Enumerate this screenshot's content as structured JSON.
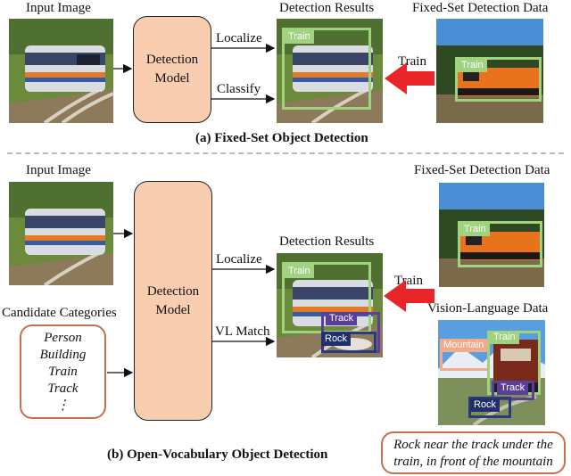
{
  "top": {
    "input_image_label": "Input Image",
    "model_line1": "Detection",
    "model_line2": "Model",
    "localize_label": "Localize",
    "classify_label": "Classify",
    "results_label": "Detection Results",
    "result_tag": "Train",
    "fixed_data_label": "Fixed-Set Detection Data",
    "fixed_data_tag": "Train",
    "train_arrow_label": "Train",
    "caption": "(a) Fixed-Set Object Detection"
  },
  "bottom": {
    "input_image_label": "Input Image",
    "model_line1": "Detection",
    "model_line2": "Model",
    "candidates_label": "Candidate Categories",
    "candidates": [
      "Person",
      "Building",
      "Train",
      "Track",
      "⋮"
    ],
    "localize_label": "Localize",
    "vl_match_label": "VL Match",
    "results_label": "Detection Results",
    "result_tags": {
      "train": "Train",
      "track": "Track",
      "rock": "Rock"
    },
    "fixed_data_label": "Fixed-Set Detection Data",
    "fixed_data_tag": "Train",
    "train_arrow_label": "Train",
    "vl_data_label": "Vision-Language Data",
    "vl_tags": {
      "mountain": "Mountain",
      "train": "Train",
      "track": "Track",
      "rock": "Rock"
    },
    "vl_text_line1": "Rock near the track  under the",
    "vl_text_line2": "train, in front of the mountain",
    "caption": "(b) Open-Vocabulary Object Detection"
  },
  "colors": {
    "model_fill": "#f9cdb0",
    "arrow_red": "#e8262a",
    "box_green": "#9fd37f",
    "box_purple": "#5b3e99",
    "box_navy": "#2b3a7a",
    "box_orange": "#f4a98a",
    "text_border": "#c8704a"
  }
}
